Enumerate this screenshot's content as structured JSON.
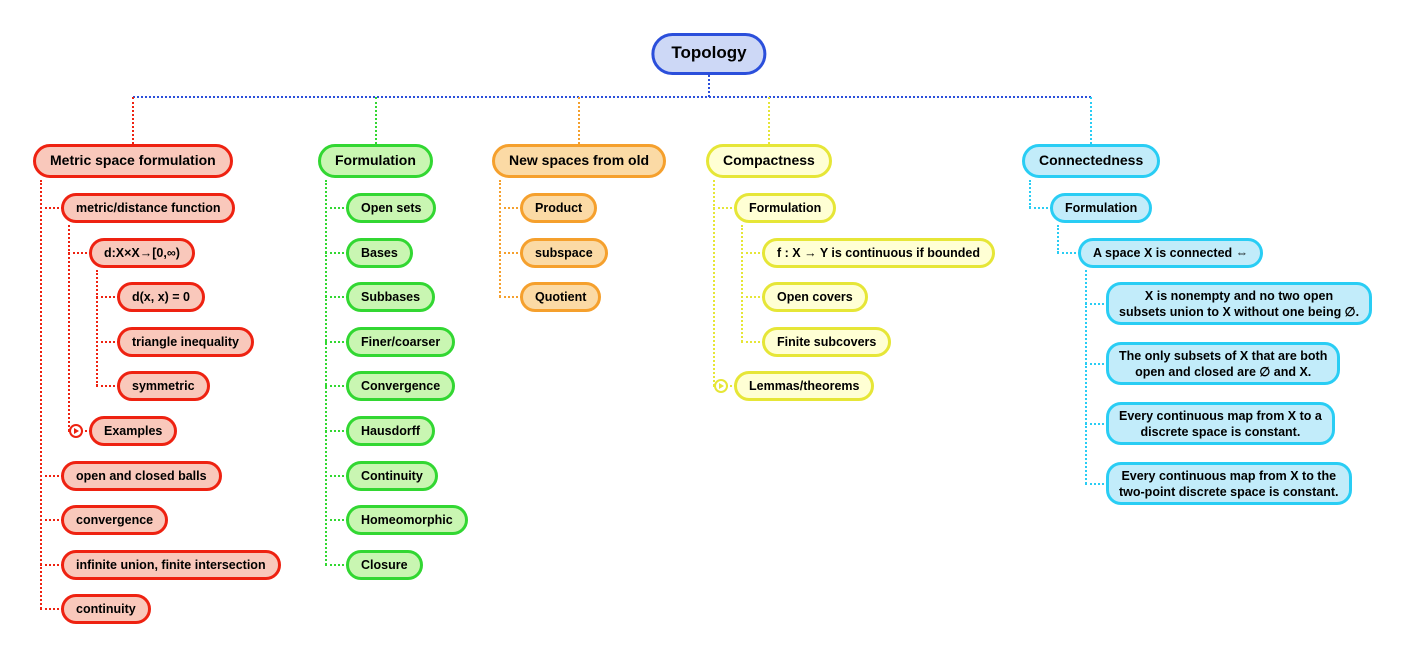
{
  "root": {
    "label": "Topology",
    "border": "#2b4fdb",
    "fill": "#cdd8f6",
    "line_color": "#2b4fdb"
  },
  "branches": [
    {
      "header": "Metric space formulation",
      "border": "#ee2211",
      "fill": "#f9c8bb",
      "children": [
        {
          "label": "metric/distance function",
          "children": [
            {
              "label": "d:X×X→[0,∞)",
              "children": [
                {
                  "label": "d(x, x) = 0"
                },
                {
                  "label": "triangle inequality"
                },
                {
                  "label": "symmetric"
                }
              ]
            },
            {
              "label": "Examples",
              "collapsed": true
            }
          ]
        },
        {
          "label": "open and closed balls"
        },
        {
          "label": "convergence"
        },
        {
          "label": "infinite union, finite intersection"
        },
        {
          "label": "continuity"
        }
      ]
    },
    {
      "header": "Formulation",
      "border": "#32d732",
      "fill": "#c9f6b2",
      "children": [
        {
          "label": "Open sets"
        },
        {
          "label": "Bases"
        },
        {
          "label": "Subbases"
        },
        {
          "label": "Finer/coarser"
        },
        {
          "label": "Convergence"
        },
        {
          "label": "Hausdorff"
        },
        {
          "label": "Continuity"
        },
        {
          "label": "Homeomorphic"
        },
        {
          "label": "Closure"
        }
      ]
    },
    {
      "header": "New spaces from old",
      "border": "#f5a02d",
      "fill": "#fbdaa5",
      "children": [
        {
          "label": "Product"
        },
        {
          "label": "subspace"
        },
        {
          "label": "Quotient"
        }
      ]
    },
    {
      "header": "Compactness",
      "border": "#e6e637",
      "fill": "#ffffd4",
      "children": [
        {
          "label": "Formulation",
          "children": [
            {
              "label": "f : X → Y is continuous if bounded"
            },
            {
              "label": "Open covers"
            },
            {
              "label": "Finite subcovers"
            }
          ]
        },
        {
          "label": "Lemmas/theorems",
          "collapsed": true
        }
      ]
    },
    {
      "header": "Connectedness",
      "border": "#29cdf4",
      "fill": "#c2ecfa",
      "children": [
        {
          "label": "Formulation",
          "children": [
            {
              "label": "A space X is connected ⇔",
              "children": [
                {
                  "label": "X is nonempty and no two open subsets union to X without one being ∅.",
                  "lines": [
                    "X is nonempty and no two open",
                    "subsets union to X without one being ∅."
                  ]
                },
                {
                  "label": "The only subsets of X that are both open and closed are ∅ and X.",
                  "lines": [
                    "The only subsets of X that are both",
                    "open and closed are ∅ and X."
                  ]
                },
                {
                  "label": "Every continuous map from X to a discrete space is constant.",
                  "lines": [
                    "Every continuous map from X to a",
                    "discrete space is constant."
                  ]
                },
                {
                  "label": "Every continuous map from X to the two-point discrete space is constant.",
                  "lines": [
                    "Every continuous map from X to the",
                    "two-point discrete space is constant."
                  ]
                }
              ]
            }
          ]
        }
      ]
    }
  ]
}
